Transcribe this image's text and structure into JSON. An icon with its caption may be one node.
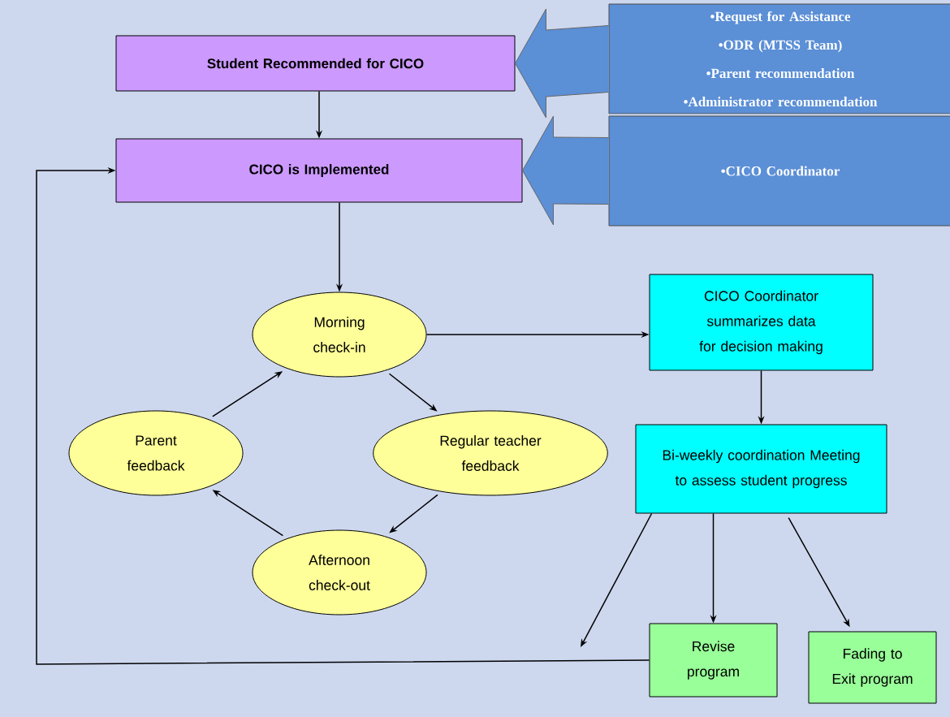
{
  "diagram": {
    "nodes": [
      {
        "text": [
          "Student Recommended for CICO"
        ]
      },
      {
        "text": [
          "CICO is Implemented"
        ]
      },
      {
        "text": [
          "•Request for Assistance",
          "•ODR (MTSS Team)",
          "•Parent recommendation",
          "•Administrator recommendation"
        ]
      },
      {
        "text": [
          "•CICO Coordinator"
        ]
      },
      {
        "text": [
          "Morning check-in"
        ]
      },
      {
        "text": [
          "Regular teacher feedback"
        ]
      },
      {
        "text": [
          "Afternoon check-out"
        ]
      },
      {
        "text": [
          "Parent feedback"
        ]
      },
      {
        "text": [
          "CICO Coordinator summarizes data for decision making"
        ]
      },
      {
        "text": [
          "Bi-weekly coordination Meeting to assess student progress"
        ]
      },
      {
        "text": [
          "Revise program"
        ]
      },
      {
        "text": [
          "Fading to Exit program"
        ]
      }
    ],
    "edges": [
      {
        "from": 2,
        "to": 0,
        "arrow": "to",
        "style": "thick",
        "color": "#5b8fd6"
      },
      {
        "from": 3,
        "to": 1,
        "arrow": "to",
        "style": "thick",
        "color": "#5b8fd6"
      },
      {
        "from": 0,
        "to": 1,
        "arrow": "to"
      },
      {
        "from": 1,
        "to": 4,
        "arrow": "to"
      },
      {
        "from": 4,
        "to": 5,
        "arrow": "to"
      },
      {
        "from": 5,
        "to": 6,
        "arrow": "to"
      },
      {
        "from": 6,
        "to": 7,
        "arrow": "to"
      },
      {
        "from": 7,
        "to": 4,
        "arrow": "to"
      },
      {
        "from": 4,
        "to": 8,
        "arrow": "to"
      },
      {
        "from": 8,
        "to": 9,
        "arrow": "to"
      },
      {
        "from": 9,
        "to": null,
        "arrow": "to"
      },
      {
        "from": 9,
        "to": 10,
        "arrow": "to"
      },
      {
        "from": 9,
        "to": 11,
        "arrow": "to"
      },
      {
        "from": 10,
        "to": 1,
        "arrow": "to"
      }
    ]
  }
}
